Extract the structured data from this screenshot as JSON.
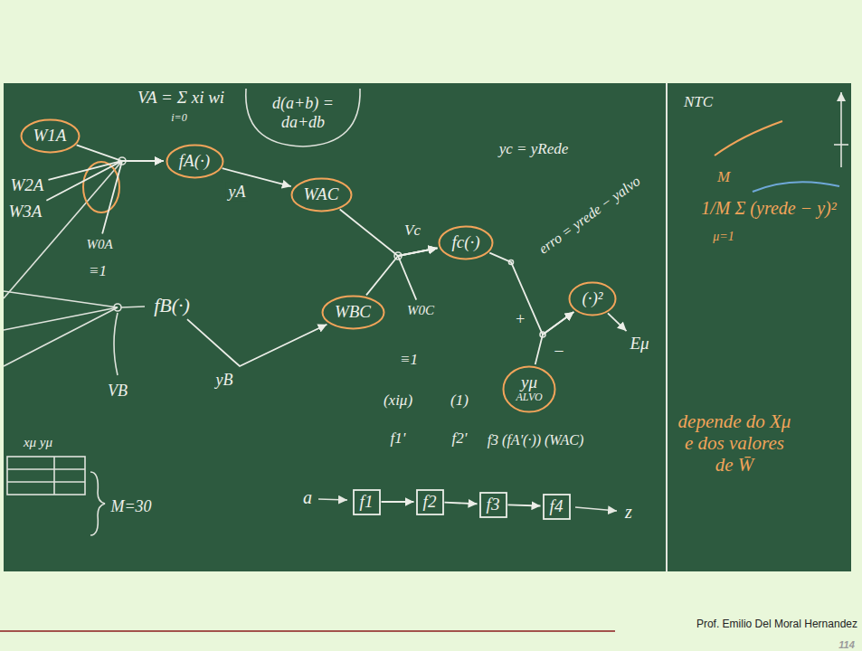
{
  "diagram": {
    "nodes": [
      {
        "text": [
          "W1A"
        ]
      },
      {
        "text": [
          "W2A"
        ]
      },
      {
        "text": [
          "W3A"
        ]
      },
      {
        "text": [
          "W0A"
        ]
      },
      {
        "text": [
          "fA(·)"
        ]
      },
      {
        "text": [
          "WAC"
        ]
      },
      {
        "text": [
          "WBC"
        ]
      },
      {
        "text": [
          "W0C"
        ]
      },
      {
        "text": [
          "fc(·)"
        ]
      },
      {
        "text": [
          "fB(·)"
        ]
      },
      {
        "text": [
          "(·)²"
        ]
      },
      {
        "text": [
          "Eμ"
        ]
      },
      {
        "text": [
          "yμ",
          "ALVO"
        ]
      },
      {
        "text": [
          "f1"
        ]
      },
      {
        "text": [
          "f2"
        ]
      },
      {
        "text": [
          "f3"
        ]
      },
      {
        "text": [
          "f4"
        ]
      }
    ],
    "edges": [
      {
        "from": 0,
        "to": 4,
        "arrow": "to"
      },
      {
        "from": 1,
        "to": 4,
        "arrow": "to"
      },
      {
        "from": 2,
        "to": 4,
        "arrow": "to"
      },
      {
        "from": 3,
        "to": 4,
        "arrow": "to"
      },
      {
        "from": 4,
        "to": 5,
        "label": "yA",
        "arrow": "to"
      },
      {
        "from": 5,
        "to": 8,
        "arrow": "to"
      },
      {
        "from": 6,
        "to": 8,
        "arrow": "to"
      },
      {
        "from": 7,
        "to": 8,
        "arrow": "to"
      },
      {
        "from": 9,
        "to": 6,
        "label": "yB",
        "arrow": "to"
      },
      {
        "from": 8,
        "to": 10,
        "arrow": "to"
      },
      {
        "from": 12,
        "to": 10,
        "arrow": "to"
      },
      {
        "from": 10,
        "to": 11,
        "arrow": "to"
      },
      {
        "from": 13,
        "to": 14,
        "arrow": "to"
      },
      {
        "from": 14,
        "to": 15,
        "arrow": "to"
      },
      {
        "from": 15,
        "to": 16,
        "arrow": "to"
      }
    ],
    "labels": [
      "VA = Σ xi wi",
      "i=0",
      "d(a+b) = da+db",
      "yc = yRede",
      "erro = yrede − yalvo",
      "Vc",
      "≡1",
      "≡1",
      "VB",
      "+",
      "−",
      "(xiμ)",
      "(1)",
      "f1'",
      "f2'",
      "f3 (fA'(·)) (WAC)",
      "a",
      "z",
      "xμ yμ",
      "M=30",
      "NTC",
      "M",
      "1/M Σ (yrede − y)²",
      "μ=1",
      "depende do Xμ e dos valores de W̄",
      "Prof. Emilio Del Moral Hernandez",
      "114"
    ]
  }
}
